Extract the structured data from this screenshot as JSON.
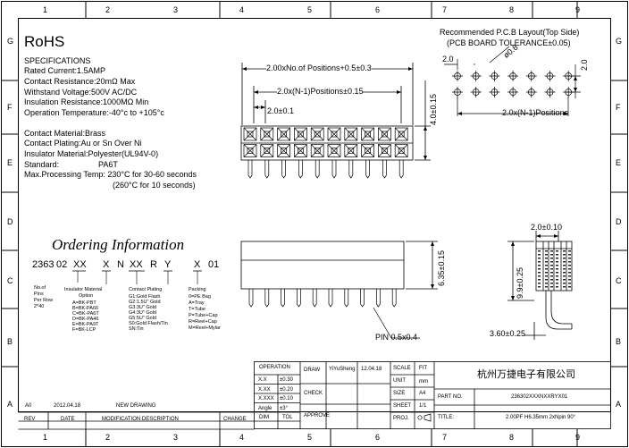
{
  "grid": {
    "columns": [
      "1",
      "2",
      "3",
      "4",
      "5",
      "6",
      "7",
      "8",
      "9"
    ],
    "rows": [
      "G",
      "F",
      "E",
      "D",
      "C",
      "B",
      "A"
    ]
  },
  "rohs": "RoHS",
  "specs": {
    "heading": "SPECIFICATIONS",
    "lines": [
      "Rated Current:1.5AMP",
      "Contact Resistance:20mΩ Max",
      "Withstand Voltage:500V AC/DC",
      "Insulation Resistance:1000MΩ Min",
      "Operation Temperature:-40°c to +105°c"
    ],
    "materials": [
      "Contact Material:Brass",
      "Contact Plating:Au or Sn Over Ni",
      "Insulator Material:Polyester(UL94V-0)"
    ],
    "standard_label": "Standard:",
    "standard_value": "PA6T",
    "processing": "Max.Processing Temp: 230°C for 30-60 seconds",
    "processing2": "(260°C for 10 seconds)"
  },
  "ordering": {
    "title": "Ordering Information",
    "code": [
      "2363",
      "02",
      "XX",
      "X",
      "N",
      "XX",
      "R",
      "Y",
      "X",
      "01"
    ],
    "pins_label": [
      "No.of",
      "Pins",
      "Per Row",
      "2*40"
    ],
    "insulator_title": [
      "Insulator Material",
      "Option"
    ],
    "insulator": [
      "A=BK-PBT",
      "B=BK-PA66",
      "C=BK-PA6T",
      "D=BK-PA46",
      "E=BK-PA9T",
      "F=BK-LCP"
    ],
    "plating_title": "Contact Plating",
    "plating": [
      "G1:Gold Flash",
      "G2:1.5U\" Gold",
      "G3:3U\" Gold",
      "G4:3U\" Gold",
      "G5:5U\" Gold",
      "S0:Gold Flash/Tin",
      "SN:Tin"
    ],
    "packing_title": "Packing",
    "packing": [
      "0=PE Bag",
      "A=Tray",
      "T=Tube",
      "P=Tube+Cap",
      "R=Reel+Cap",
      "M=Reel+Mylar"
    ]
  },
  "pcb": {
    "title": "Recommended P.C.B Layout(Top Side)",
    "subtitle": "(PCB BOARD TOLERANCE±0.05)",
    "dim_pitch_x": "2.0",
    "dim_hole": "ø0.8",
    "dim_pitch_y": "2.0",
    "dim_span": "2.0x(N-1)Positions"
  },
  "front": {
    "dim_total": "2.00xNo.of Positions+0.5±0.3",
    "dim_span": "2.0x(N-1)Positions±0.15",
    "dim_pitch": "2.0±0.1",
    "dim_height": "4.0±0.15",
    "dim_pin_len": "6.35±0.15",
    "pin": "PIN 0.5x0.4"
  },
  "side": {
    "dim_pitch": "2.0±0.10",
    "dim_height": "9.9±0.25",
    "dim_offset": "3.60±0.25"
  },
  "title_block": {
    "operation": "OPERATION",
    "tol_rows": [
      [
        "X.X",
        "±0.30"
      ],
      [
        "X.XX",
        "±0.20"
      ],
      [
        "X.XXX",
        "±0.10"
      ],
      [
        "Angle",
        "±3°"
      ]
    ],
    "dim": "DIM",
    "tol": "TOL",
    "draw": "DRAW",
    "drawer": "YiYuSheng",
    "draw_date": "12.04.18",
    "check": "CHECK",
    "approve": "APPROVE",
    "scale": "SCALE",
    "scale_val": "FIT",
    "unit": "UNIT",
    "unit_val": "mm",
    "size": "SIZE",
    "size_val": "A4",
    "sheet": "SHEET",
    "sheet_val": "1/1",
    "proj": "PROJ.",
    "company": "杭州万捷电子有限公司",
    "part_no_label": "PART NO.",
    "part_no": "236302XXXNXXRYX01",
    "title_label": "TITLE:",
    "title": "2.00PF H6.35mm 2xNpin 90°"
  },
  "revision": {
    "rev": "A0",
    "date": "2012.04.18",
    "desc": "NEW DRAWING",
    "headers": [
      "REV",
      "DATE",
      "MODIFICATION DESCRIPTION",
      "CHANGE",
      "DIM",
      "TOL"
    ]
  }
}
